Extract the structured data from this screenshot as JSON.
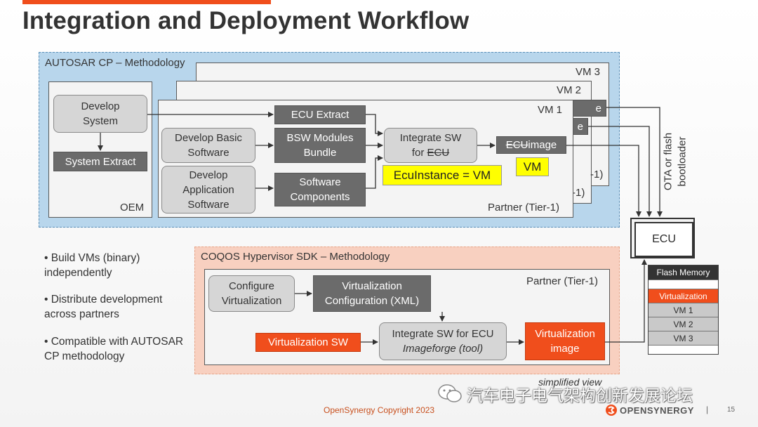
{
  "title": "Integration and Deployment Workflow",
  "autosar": {
    "label": "AUTOSAR CP – Methodology",
    "vm3": "VM 3",
    "vm2": "VM 2",
    "vm1": "VM 1",
    "stack_frag_e": "e",
    "stack_frag_1": "-1)",
    "oem_label": "OEM",
    "partner_label": "Partner (Tier-1)",
    "develop_system": "Develop System",
    "system_extract": "System Extract",
    "develop_bsw": "Develop Basic Software",
    "develop_app": "Develop Application Software",
    "ecu_extract": "ECU Extract",
    "bsw_bundle": "BSW Modules Bundle",
    "sw_components": "Software Components",
    "integrate_line1": "Integrate SW",
    "integrate_for": "for ",
    "integrate_ecu": "ECU",
    "ecu_image_ecu": "ECU",
    "ecu_image_rest": " image",
    "vm_tag": "VM",
    "ecuinstance": "EcuInstance = VM"
  },
  "deploy": {
    "ota": "OTA or flash bootloader",
    "ecu": "ECU",
    "flash_title": "Flash Memory",
    "flash_rows": [
      "Virtualization",
      "VM 1",
      "VM 2",
      "VM 3"
    ]
  },
  "bullets": [
    "• Build VMs (binary) independently",
    "• Distribute development across partners",
    "• Compatible with AUTOSAR CP methodology"
  ],
  "coqos": {
    "label": "COQOS Hypervisor SDK – Methodology",
    "partner_label": "Partner (Tier-1)",
    "configure": "Configure Virtualization",
    "virt_config": "Virtualization Configuration (XML)",
    "virt_sw": "Virtualization SW",
    "integrate_line1": "Integrate SW for ECU",
    "integrate_line2": "Imageforge (tool)",
    "virt_image": "Virtualization image",
    "simplified": "simplified view"
  },
  "footer": {
    "copyright": "OpenSynergy Copyright 2023",
    "wechat": "汽车电子电气架构创新发展论坛",
    "brand_open": "OPEN",
    "brand_synergy": "SYNERGY",
    "separator": "|",
    "page": "15"
  },
  "colors": {
    "accent": "#f04e1c",
    "blue_region": "#b8d6ec",
    "salmon_region": "#f8d0c0",
    "highlight": "#ffff00"
  }
}
